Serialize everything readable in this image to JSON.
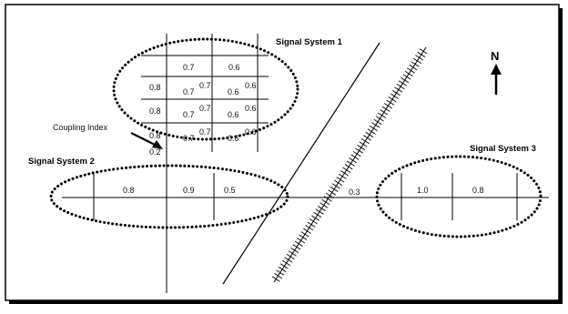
{
  "titles": {
    "system1": "Signal System 1",
    "system2": "Signal System 2",
    "system3": "Signal System 3"
  },
  "north_label": "N",
  "coupling_label": "Coupling Index",
  "system1_values": {
    "r0c1": "0.7",
    "r0c2": "0.6",
    "r1c0": "0.8",
    "r1c1a": "0.7",
    "r1c1b": "0.7",
    "r1c2a": "0.6",
    "r1c2b": "0.6",
    "r2c0": "0.8",
    "r2c1a": "0.7",
    "r2c1b": "0.7",
    "r2c2a": "0.6",
    "r2c2b": "0.6",
    "r3c0": "0.8",
    "r3c1a": "0.7",
    "r3c1b": "0.7",
    "r3c2a": "0.6",
    "r3c2b": "0.6"
  },
  "coupling_values": {
    "vertical": "0.2",
    "between_2_3": "0.3"
  },
  "system2_values": [
    "0.8",
    "0.9",
    "0.5"
  ],
  "system3_values": [
    "1.0",
    "0.8"
  ]
}
